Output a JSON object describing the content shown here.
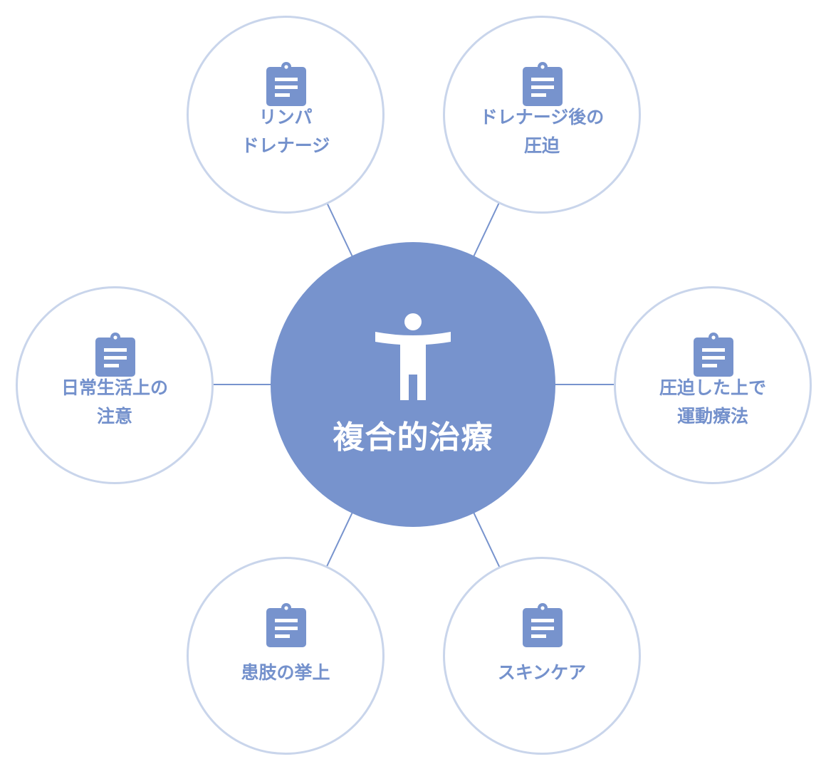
{
  "center": {
    "title": "複合的治療",
    "icon": "person-arms-open-icon"
  },
  "nodes": [
    {
      "label": "リンパ\nドレナージ",
      "icon": "clipboard-icon"
    },
    {
      "label": "ドレナージ後の\n圧迫",
      "icon": "clipboard-icon"
    },
    {
      "label": "日常生活上の\n注意",
      "icon": "clipboard-icon"
    },
    {
      "label": "圧迫した上で\n運動療法",
      "icon": "clipboard-icon"
    },
    {
      "label": "患肢の挙上",
      "icon": "clipboard-icon"
    },
    {
      "label": "スキンケア",
      "icon": "clipboard-icon"
    }
  ],
  "colors": {
    "accent": "#7793cd",
    "ring": "#c9d5eb",
    "text": "#7491cc",
    "connector": "#7793cd"
  }
}
